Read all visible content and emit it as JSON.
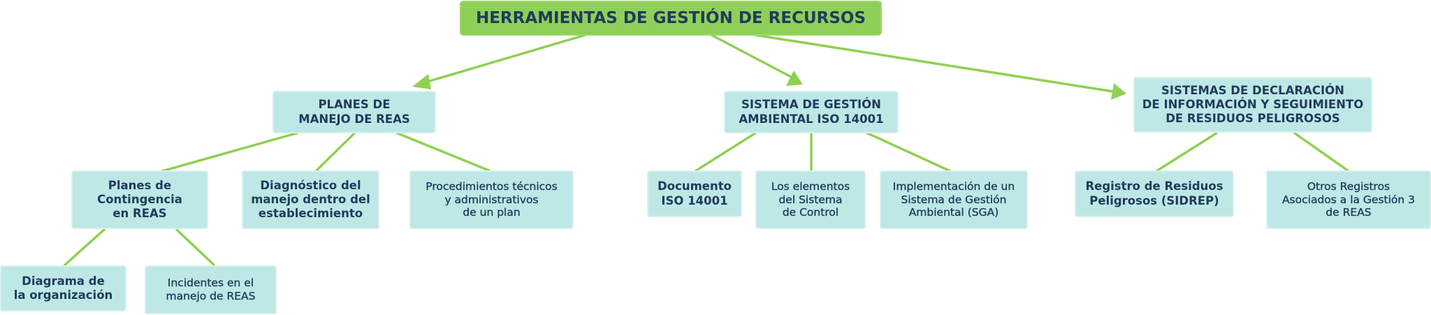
{
  "diagram": {
    "root": "HERRAMIENTAS DE GESTIÓN DE RECURSOS",
    "planes": {
      "title": "PLANES DE\nMANEJO DE REAS",
      "contingencia": "Planes de\nContingencia\nen REAS",
      "diagrama": "Diagrama de\nla organización",
      "incidentes": "Incidentes en el\nmanejo de REAS",
      "diagnostico": "Diagnóstico del\nmanejo dentro del\nestablecimiento",
      "procedimientos": "Procedimientos técnicos\ny administrativos\nde un plan"
    },
    "iso": {
      "title": "SISTEMA DE GESTIÓN\nAMBIENTAL ISO 14001",
      "documento": "Documento\nISO 14001",
      "elementos": "Los elementos\ndel Sistema\nde Control",
      "implementacion": "Implementación de un\nSistema de Gestión\nAmbiental (SGA)"
    },
    "declaracion": {
      "title": "SISTEMAS DE DECLARACIÓN\nDE INFORMACIÓN Y SEGUIMIENTO\nDE RESIDUOS PELIGROSOS",
      "sidrep": "Registro de Residuos\nPeligrosos (SIDREP)",
      "otros": "Otros Registros\nAsociados a la Gestión 3\nde REAS"
    }
  },
  "colors": {
    "root_fill": "#8ed057",
    "node_fill": "#bde8e6",
    "edge": "#90d052",
    "text": "#1f3b5c"
  }
}
